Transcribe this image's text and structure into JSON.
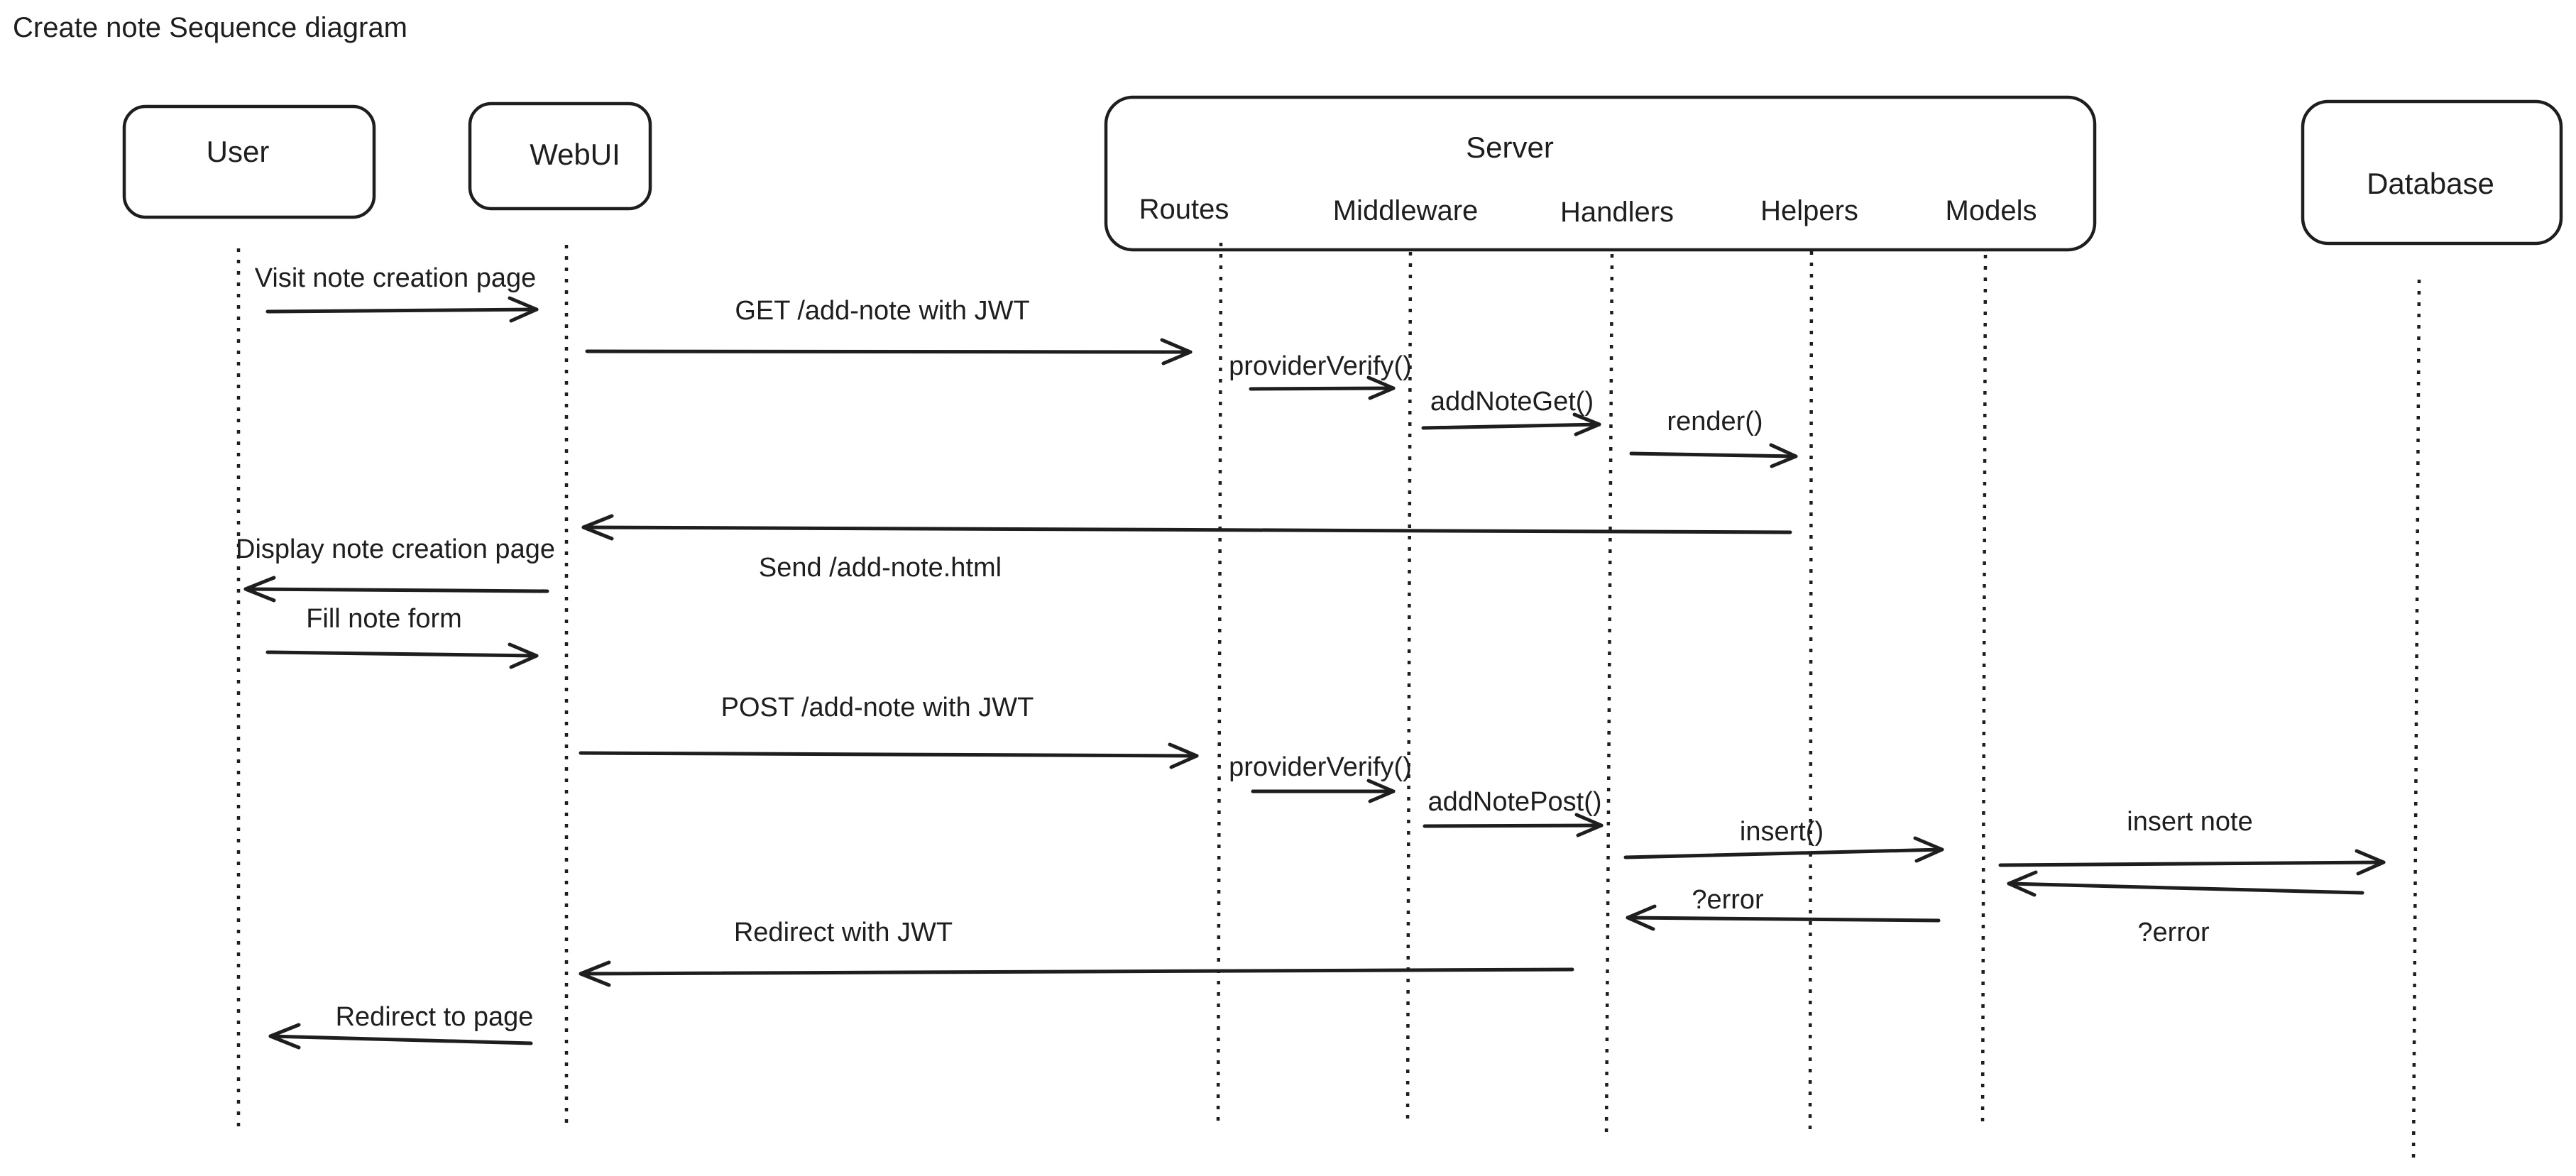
{
  "title": "Create note Sequence diagram",
  "actors": {
    "user": "User",
    "webui": "WebUI",
    "server": "Server",
    "database": "Database"
  },
  "server_components": {
    "routes": "Routes",
    "middleware": "Middleware",
    "handlers": "Handlers",
    "helpers": "Helpers",
    "models": "Models"
  },
  "messages": [
    {
      "from": "User",
      "to": "WebUI",
      "label": "Visit note creation page"
    },
    {
      "from": "WebUI",
      "to": "Routes",
      "label": "GET /add-note with JWT"
    },
    {
      "from": "Routes",
      "to": "Middleware",
      "label": "providerVerify()"
    },
    {
      "from": "Middleware",
      "to": "Handlers",
      "label": "addNoteGet()"
    },
    {
      "from": "Handlers",
      "to": "Helpers",
      "label": "render()"
    },
    {
      "from": "Helpers",
      "to": "WebUI",
      "label": "Send /add-note.html"
    },
    {
      "from": "WebUI",
      "to": "User",
      "label": "Display note creation page"
    },
    {
      "from": "User",
      "to": "WebUI",
      "label": "Fill note form"
    },
    {
      "from": "WebUI",
      "to": "Routes",
      "label": "POST /add-note with JWT"
    },
    {
      "from": "Routes",
      "to": "Middleware",
      "label": "providerVerify()"
    },
    {
      "from": "Middleware",
      "to": "Handlers",
      "label": "addNotePost()"
    },
    {
      "from": "Handlers",
      "to": "Models",
      "label": "insert()"
    },
    {
      "from": "Models",
      "to": "Database",
      "label": "insert note"
    },
    {
      "from": "Database",
      "to": "Models",
      "label": "?error"
    },
    {
      "from": "Models",
      "to": "Handlers",
      "label": "?error"
    },
    {
      "from": "Handlers",
      "to": "WebUI",
      "label": "Redirect with JWT"
    },
    {
      "from": "WebUI",
      "to": "User",
      "label": "Redirect to page"
    }
  ]
}
